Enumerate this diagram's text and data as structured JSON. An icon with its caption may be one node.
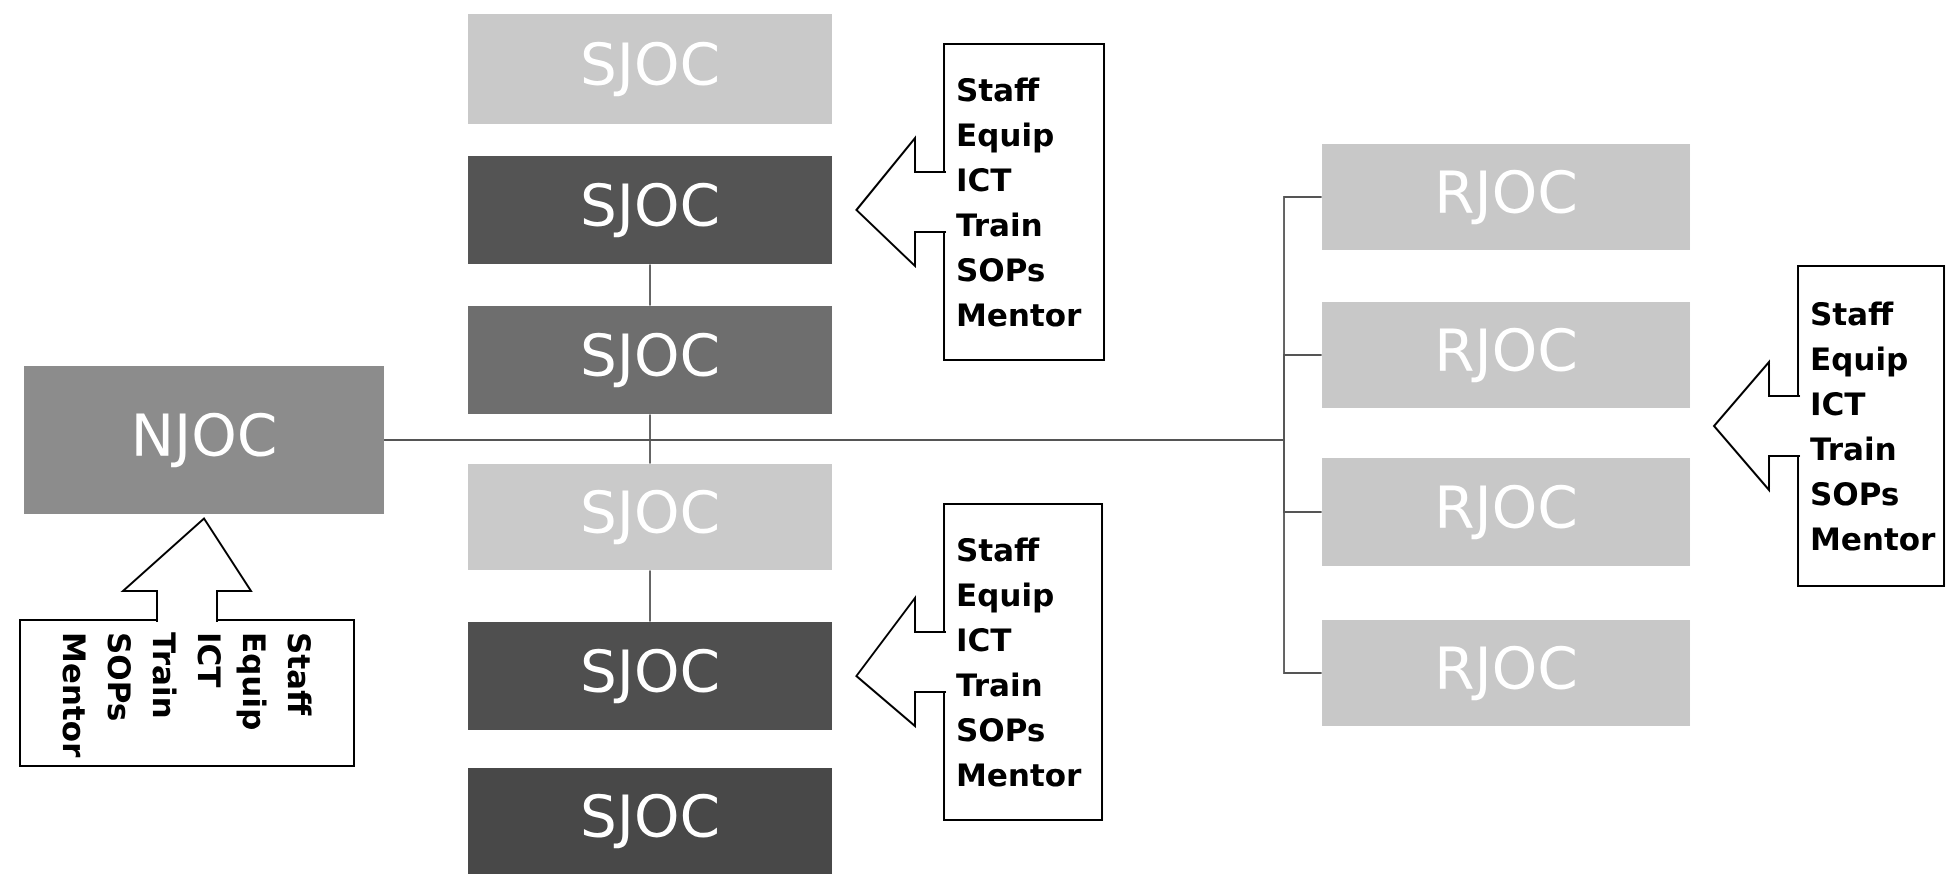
{
  "diagram": {
    "nodes": [
      {
        "text": [
          "NJOC"
        ]
      },
      {
        "text": [
          "SJOC"
        ]
      },
      {
        "text": [
          "SJOC"
        ]
      },
      {
        "text": [
          "SJOC"
        ]
      },
      {
        "text": [
          "SJOC"
        ]
      },
      {
        "text": [
          "SJOC"
        ]
      },
      {
        "text": [
          "SJOC"
        ]
      },
      {
        "text": [
          "RJOC"
        ]
      },
      {
        "text": [
          "RJOC"
        ]
      },
      {
        "text": [
          "RJOC"
        ]
      },
      {
        "text": [
          "RJOC"
        ]
      },
      {
        "text": [
          "Staff",
          "Equip",
          "ICT",
          "Train",
          "SOPs",
          "Mentor"
        ]
      },
      {
        "text": [
          "Staff",
          "Equip",
          "ICT",
          "Train",
          "SOPs",
          "Mentor"
        ]
      },
      {
        "text": [
          "Staff",
          "Equip",
          "ICT",
          "Train",
          "SOPs",
          "Mentor"
        ]
      },
      {
        "text": [
          "Staff",
          "Equip",
          "ICT",
          "Train",
          "SOPs",
          "Mentor"
        ]
      }
    ],
    "edges": [
      {
        "from": 0,
        "to": 7,
        "arrow": "none"
      },
      {
        "from": 0,
        "to": 8,
        "arrow": "none"
      },
      {
        "from": 0,
        "to": 9,
        "arrow": "none"
      },
      {
        "from": 0,
        "to": 10,
        "arrow": "none"
      },
      {
        "from": 2,
        "to": 3,
        "arrow": "none"
      },
      {
        "from": 3,
        "to": 4,
        "arrow": "none"
      },
      {
        "from": 4,
        "to": 5,
        "arrow": "none"
      },
      {
        "from": 11,
        "to": 2,
        "arrow": "to",
        "style": "thick"
      },
      {
        "from": 12,
        "to": 5,
        "arrow": "to",
        "style": "thick"
      },
      {
        "from": 13,
        "to": null,
        "arrow": "to",
        "style": "thick"
      },
      {
        "from": 14,
        "to": 0,
        "arrow": "to",
        "style": "thick"
      }
    ]
  }
}
